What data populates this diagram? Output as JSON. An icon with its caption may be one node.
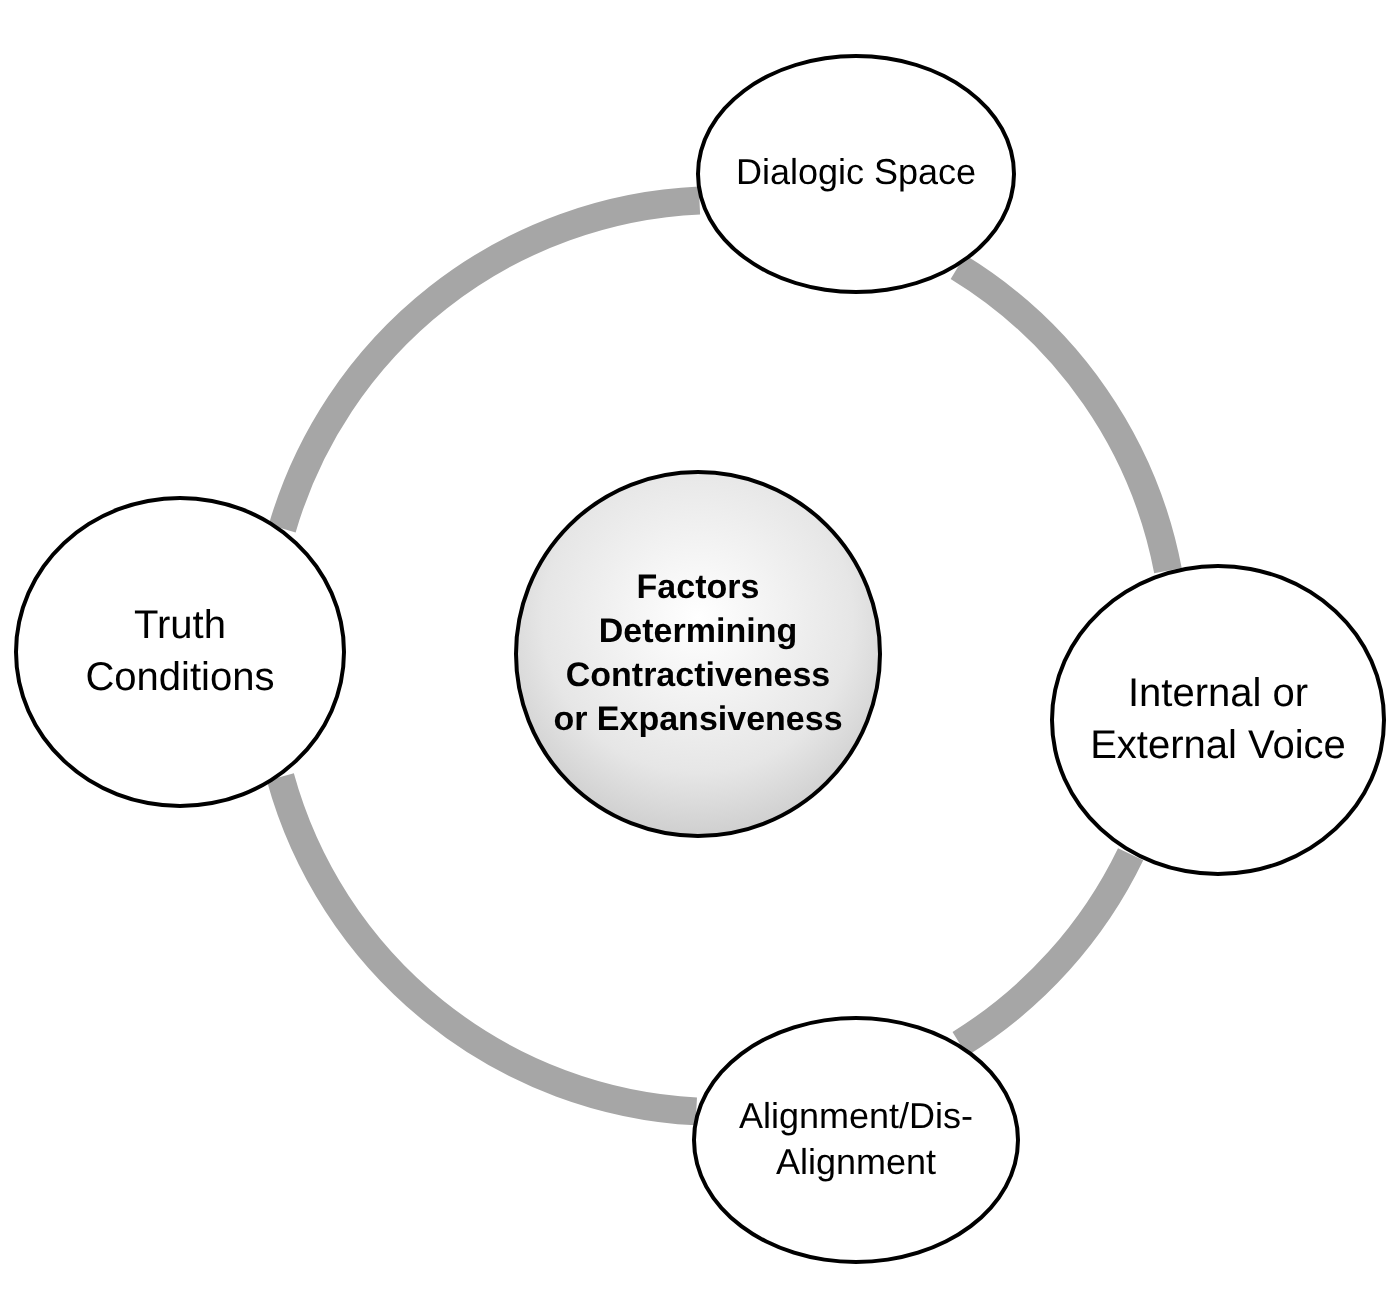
{
  "diagram": {
    "nodes": [
      {
        "text": [
          "Factors Determining Contractiveness or Expansiveness"
        ]
      },
      {
        "text": [
          "Dialogic Space"
        ]
      },
      {
        "text": [
          "Internal or External Voice"
        ]
      },
      {
        "text": [
          "Alignment/Dis-Alignment"
        ]
      },
      {
        "text": [
          "Truth Conditions"
        ]
      }
    ],
    "edges": [
      {
        "from": 1,
        "to": 2,
        "arrow": "none"
      },
      {
        "from": 2,
        "to": 3,
        "arrow": "none"
      },
      {
        "from": 3,
        "to": 4,
        "arrow": "none"
      },
      {
        "from": 4,
        "to": 1,
        "arrow": "none"
      }
    ]
  }
}
